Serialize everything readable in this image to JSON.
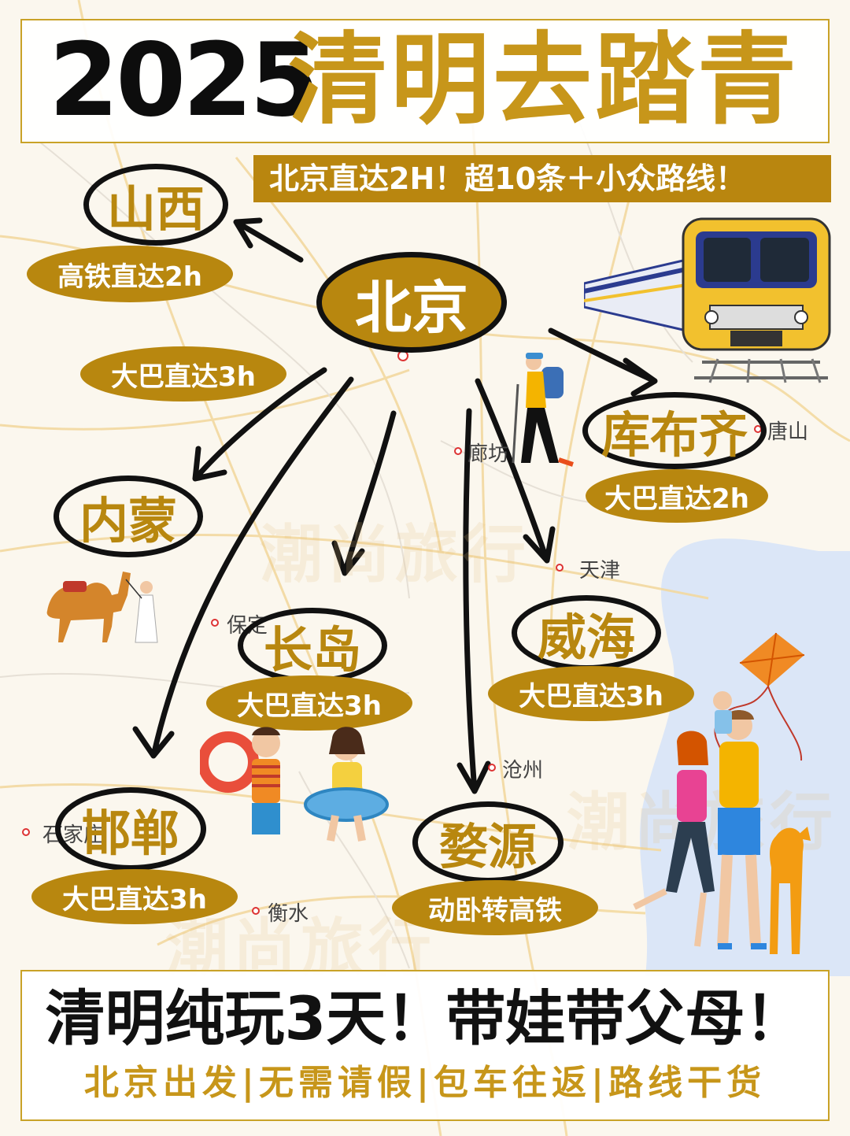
{
  "title": {
    "year": "2025",
    "main": "清明去踏青"
  },
  "subtitle": "北京直达2H！超10条＋小众路线！",
  "center": "北京",
  "destinations": [
    {
      "name": "山西",
      "transport": "高铁直达2h"
    },
    {
      "name": "库布齐",
      "transport": "大巴直达2h"
    },
    {
      "name": "内蒙",
      "transport": "大巴直达3h"
    },
    {
      "name": "长岛",
      "transport": "大巴直达3h"
    },
    {
      "name": "威海",
      "transport": "大巴直达3h"
    },
    {
      "name": "邯郸",
      "transport": "大巴直达3h"
    },
    {
      "name": "婺源",
      "transport": "动卧转高铁"
    }
  ],
  "map_cities": [
    "廊坊",
    "唐山",
    "天津",
    "保定",
    "沧州",
    "石家庄",
    "衡水"
  ],
  "watermark": "潮尚旅行",
  "footer": {
    "line1": "清明纯玩3天！带娃带父母！",
    "line2": "北京出发|无需请假|包车往返|路线干货"
  },
  "colors": {
    "gold": "#b8870f",
    "title_gold": "#c7961a",
    "dark": "#111111",
    "sea": "#dbe6f7"
  }
}
